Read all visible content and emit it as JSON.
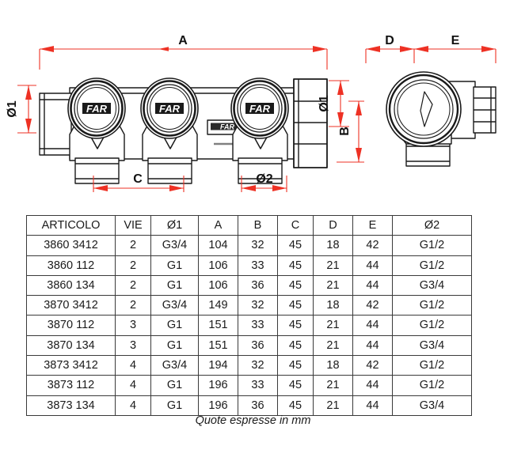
{
  "drawing": {
    "brand_logo": "FAR",
    "dimension_labels": {
      "a": "A",
      "b": "B",
      "c": "C",
      "d": "D",
      "e": "E",
      "diameter1_left": "Ø1",
      "diameter1_right": "Ø1",
      "diameter2": "Ø2"
    },
    "colors": {
      "dimension_line": "#ee3124",
      "outline": "#1a1a1a",
      "fill": "#ffffff"
    },
    "views": {
      "front": "manifold-front-view",
      "side": "manifold-side-view"
    }
  },
  "table": {
    "headers": [
      "ARTICOLO",
      "VIE",
      "Ø1",
      "A",
      "B",
      "C",
      "D",
      "E",
      "Ø2"
    ],
    "rows": [
      [
        "3860 3412",
        "2",
        "G3/4",
        "104",
        "32",
        "45",
        "18",
        "42",
        "G1/2"
      ],
      [
        "3860 112",
        "2",
        "G1",
        "106",
        "33",
        "45",
        "21",
        "44",
        "G1/2"
      ],
      [
        "3860 134",
        "2",
        "G1",
        "106",
        "36",
        "45",
        "21",
        "44",
        "G3/4"
      ],
      [
        "3870 3412",
        "2",
        "G3/4",
        "149",
        "32",
        "45",
        "18",
        "42",
        "G1/2"
      ],
      [
        "3870 112",
        "3",
        "G1",
        "151",
        "33",
        "45",
        "21",
        "44",
        "G1/2"
      ],
      [
        "3870 134",
        "3",
        "G1",
        "151",
        "36",
        "45",
        "21",
        "44",
        "G3/4"
      ],
      [
        "3873 3412",
        "4",
        "G3/4",
        "194",
        "32",
        "45",
        "18",
        "42",
        "G1/2"
      ],
      [
        "3873 112",
        "4",
        "G1",
        "196",
        "33",
        "45",
        "21",
        "44",
        "G1/2"
      ],
      [
        "3873 134",
        "4",
        "G1",
        "196",
        "36",
        "45",
        "21",
        "44",
        "G3/4"
      ]
    ]
  },
  "caption": "Quote espresse in mm"
}
